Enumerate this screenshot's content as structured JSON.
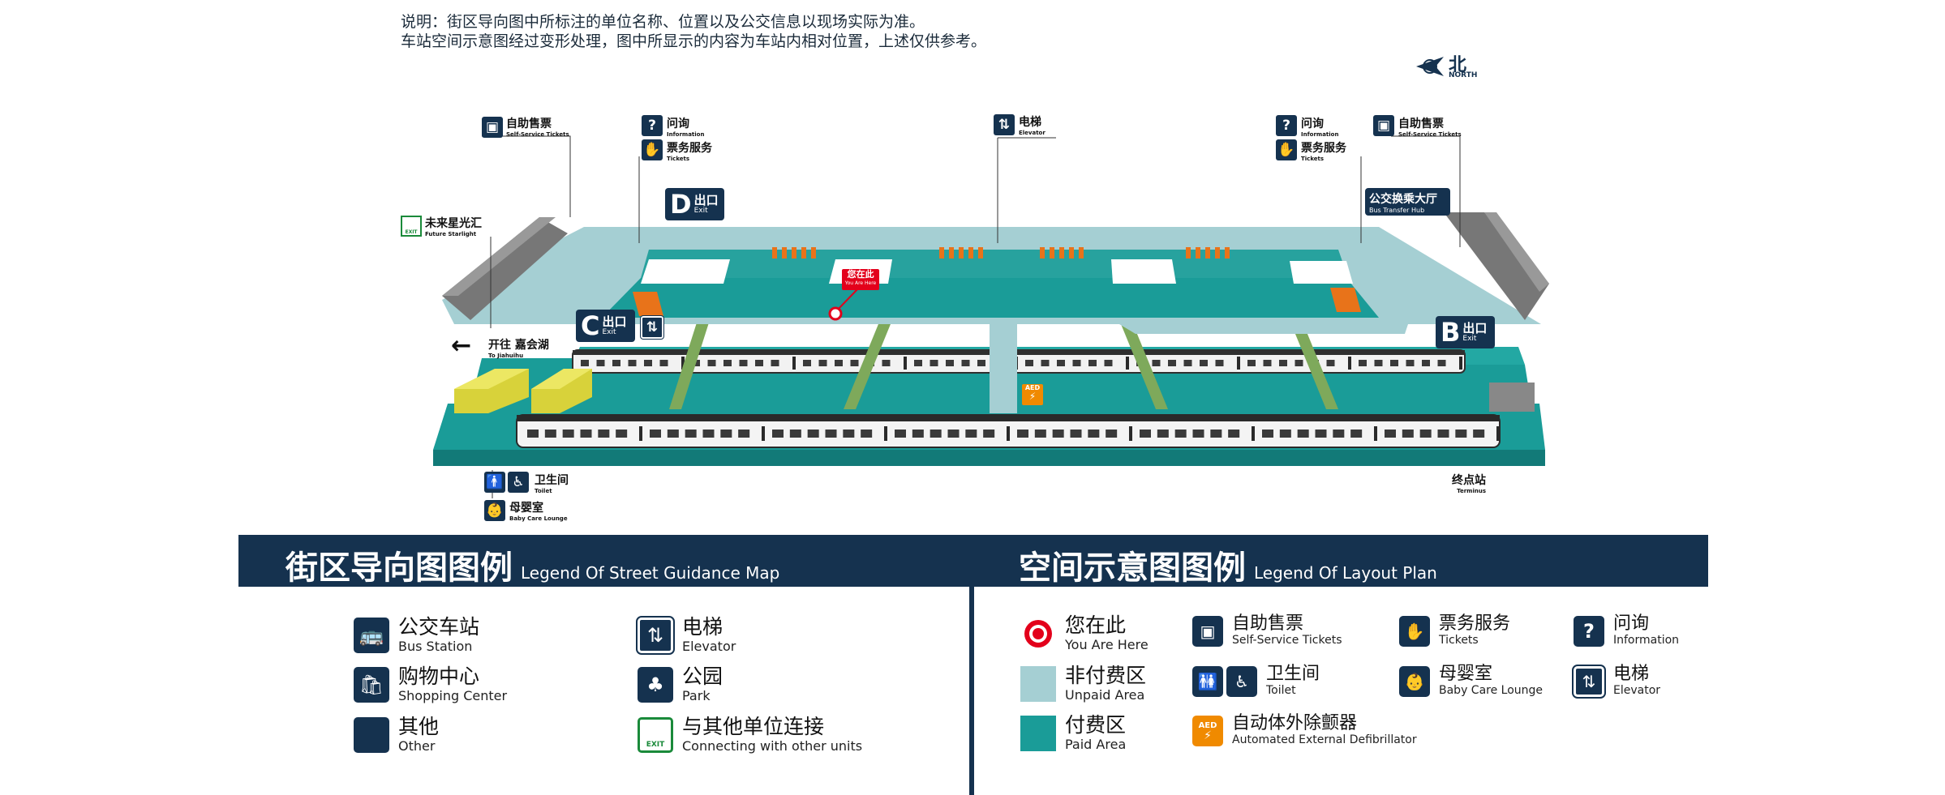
{
  "notes": [
    "说明：街区导向图中所标注的单位名称、位置以及公交信息以现场实际为准。",
    "车站空间示意图经过变形处理，图中所显示的内容为车站内相对位置，上述仅供参考。"
  ],
  "north": {
    "cn": "北",
    "en": "NORTH"
  },
  "map_labels": {
    "self_service_left": {
      "cn": "自助售票",
      "en": "Self-Service Tickets"
    },
    "info_left": {
      "cn": "问询",
      "en": "Information"
    },
    "tickets_left": {
      "cn": "票务服务",
      "en": "Tickets"
    },
    "elevator_top": {
      "cn": "电梯",
      "en": "Elevator"
    },
    "info_right": {
      "cn": "问询",
      "en": "Information"
    },
    "tickets_right": {
      "cn": "票务服务",
      "en": "Tickets"
    },
    "self_service_right": {
      "cn": "自助售票",
      "en": "Self-Service Tickets"
    },
    "future_starlight": {
      "cn": "未来星光汇",
      "en": "Future Starlight",
      "badge": "EXIT"
    },
    "bus_hub": {
      "cn": "公交换乘大厅",
      "en": "Bus Transfer Hub"
    },
    "exit_d": {
      "letter": "D",
      "cn": "出口",
      "en": "Exit"
    },
    "exit_c": {
      "letter": "C",
      "cn": "出口",
      "en": "Exit"
    },
    "exit_b": {
      "letter": "B",
      "cn": "出口",
      "en": "Exit"
    },
    "you_are_here": {
      "cn": "您在此",
      "en": "You Are Here"
    },
    "direction": {
      "arrow": "←",
      "cn": "开往 嘉会湖",
      "en": "To Jiahuihu"
    },
    "aed": "AED",
    "toilet": {
      "cn": "卫生间",
      "en": "Toilet"
    },
    "baby": {
      "cn": "母婴室",
      "en": "Baby Care Lounge"
    },
    "terminus": {
      "cn": "终点站",
      "en": "Terminus"
    }
  },
  "legend_street": {
    "title_cn": "街区导向图图例",
    "title_en": "Legend Of Street Guidance Map",
    "items": [
      {
        "icon": "bus-icon",
        "glyph": "🚌",
        "cn": "公交车站",
        "en": "Bus Station"
      },
      {
        "icon": "shopping-icon",
        "glyph": "🛍",
        "cn": "购物中心",
        "en": "Shopping Center"
      },
      {
        "icon": "other-icon",
        "glyph": "",
        "cn": "其他",
        "en": "Other"
      },
      {
        "icon": "elevator-icon",
        "glyph": "⇅",
        "cn": "电梯",
        "en": "Elevator"
      },
      {
        "icon": "park-icon",
        "glyph": "♣",
        "cn": "公园",
        "en": "Park"
      },
      {
        "icon": "exit-icon",
        "glyph": "EXIT",
        "cn": "与其他单位连接",
        "en": "Connecting with other units"
      }
    ]
  },
  "legend_layout": {
    "title_cn": "空间示意图图例",
    "title_en": "Legend Of Layout Plan",
    "items": [
      {
        "icon": "you-are-here-icon",
        "cn": "您在此",
        "en": "You Are Here"
      },
      {
        "icon": "unpaid-area-swatch",
        "cn": "非付费区",
        "en": "Unpaid Area"
      },
      {
        "icon": "paid-area-swatch",
        "cn": "付费区",
        "en": "Paid Area"
      },
      {
        "icon": "ticket-machine-icon",
        "glyph": "🎫",
        "cn": "自助售票",
        "en": "Self-Service Tickets"
      },
      {
        "icon": "toilet-icon",
        "glyph": "🚻",
        "cn": "卫生间",
        "en": "Toilet"
      },
      {
        "icon": "aed-icon",
        "glyph": "AED",
        "cn": "自动体外除颤器",
        "en": "Automated External Defibrillator"
      },
      {
        "icon": "ticket-service-icon",
        "glyph": "✋",
        "cn": "票务服务",
        "en": "Tickets"
      },
      {
        "icon": "baby-care-icon",
        "glyph": "👶",
        "cn": "母婴室",
        "en": "Baby Care Lounge"
      },
      {
        "icon": "info-icon",
        "glyph": "?",
        "cn": "问询",
        "en": "Information"
      },
      {
        "icon": "elevator-icon",
        "glyph": "⇅",
        "cn": "电梯",
        "en": "Elevator"
      }
    ]
  },
  "colors": {
    "navy": "#15324f",
    "unpaid": "#a5cfd3",
    "paid": "#1a9c98",
    "red": "#e3001b",
    "aed": "#f08a00"
  }
}
